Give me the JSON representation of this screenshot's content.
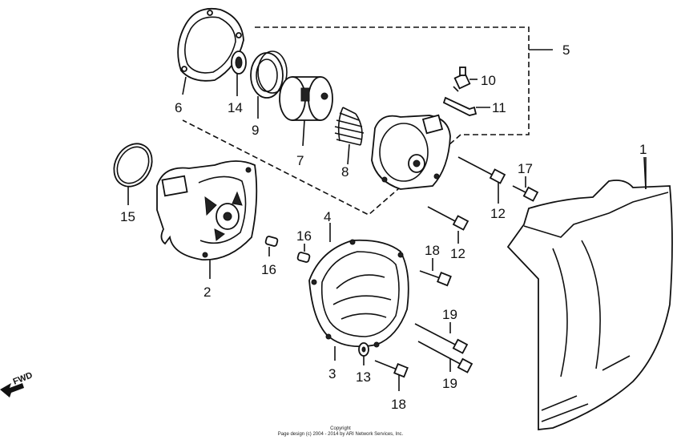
{
  "callouts": [
    {
      "id": "c1",
      "text": "1"
    },
    {
      "id": "c2",
      "text": "2"
    },
    {
      "id": "c3",
      "text": "3"
    },
    {
      "id": "c4",
      "text": "4"
    },
    {
      "id": "c5",
      "text": "5"
    },
    {
      "id": "c6",
      "text": "6"
    },
    {
      "id": "c7",
      "text": "7"
    },
    {
      "id": "c8",
      "text": "8"
    },
    {
      "id": "c9",
      "text": "9"
    },
    {
      "id": "c10",
      "text": "10"
    },
    {
      "id": "c11",
      "text": "11"
    },
    {
      "id": "c12a",
      "text": "12"
    },
    {
      "id": "c12b",
      "text": "12"
    },
    {
      "id": "c13",
      "text": "13"
    },
    {
      "id": "c14",
      "text": "14"
    },
    {
      "id": "c15",
      "text": "15"
    },
    {
      "id": "c16a",
      "text": "16"
    },
    {
      "id": "c16b",
      "text": "16"
    },
    {
      "id": "c17",
      "text": "17"
    },
    {
      "id": "c18a",
      "text": "18"
    },
    {
      "id": "c18b",
      "text": "18"
    },
    {
      "id": "c19a",
      "text": "19"
    },
    {
      "id": "c19b",
      "text": "19"
    }
  ],
  "fwd_label": "FWD",
  "copyright": {
    "line1": "Copyright",
    "line2": "Page design (c) 2004 - 2014 by ARI Network Services, Inc."
  }
}
